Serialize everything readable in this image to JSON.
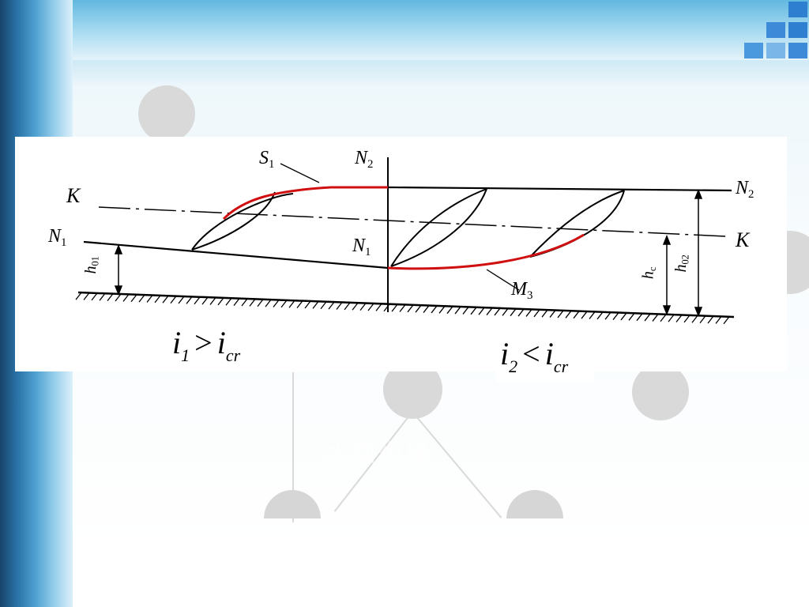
{
  "slide": {
    "watermark_text": "水面衔接",
    "colors": {
      "accent_dark": "#17446a",
      "accent_light": "#9ad0ec",
      "highlight_curve": "#d01010"
    }
  },
  "diagram": {
    "labels": {
      "s1": {
        "base": "S",
        "sub": "1"
      },
      "n2_top": {
        "base": "N",
        "sub": "2"
      },
      "n2_right": {
        "base": "N",
        "sub": "2"
      },
      "k_left": "K",
      "k_right": "K",
      "n1_left": {
        "base": "N",
        "sub": "1"
      },
      "n1_mid": {
        "base": "N",
        "sub": "1"
      },
      "h01": {
        "base": "h",
        "sub": "01"
      },
      "hc": {
        "base": "h",
        "sub": "c"
      },
      "h02": {
        "base": "h",
        "sub": "02"
      },
      "m3": {
        "base": "M",
        "sub": "3"
      }
    },
    "conditions": [
      {
        "lhs": "i",
        "lhs_sub": "1",
        "op": ">",
        "rhs": "i",
        "rhs_sub": "cr"
      },
      {
        "lhs": "i",
        "lhs_sub": "2",
        "op": "<",
        "rhs": "i",
        "rhs_sub": "cr"
      }
    ]
  }
}
